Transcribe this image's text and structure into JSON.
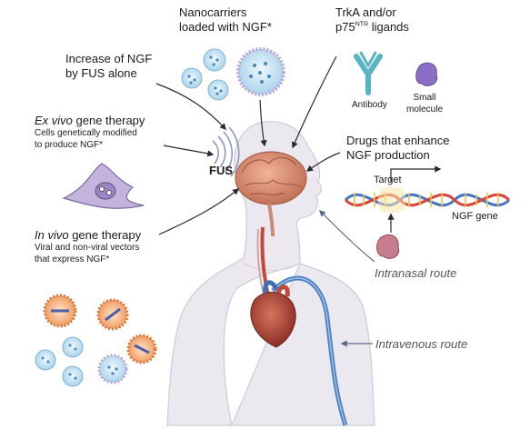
{
  "labels": {
    "nanocarriers": [
      "Nanocarriers",
      "loaded with NGF*"
    ],
    "trk_ligands": {
      "line1": "TrkA and/or",
      "line2_pre": "p75",
      "line2_sup": "NTR",
      "line2_post": " ligands"
    },
    "antibody": "Antibody",
    "small_molecule": [
      "Small",
      "molecule"
    ],
    "fus_alone": [
      "Increase of NGF",
      "by FUS alone"
    ],
    "ex_vivo_title_italic": "Ex vivo",
    "ex_vivo_title_rest": " gene therapy",
    "ex_vivo_desc": [
      "Cells genetically modified",
      "to produce NGF*"
    ],
    "fus": "FUS",
    "drugs": [
      "Drugs that enhance",
      "NGF production"
    ],
    "target": "Target",
    "ngf_gene": "NGF gene",
    "in_vivo_title_italic": "In vivo",
    "in_vivo_title_rest": "  gene therapy",
    "in_vivo_desc": [
      "Viral and non-viral vectors",
      "that express NGF*"
    ],
    "intranasal": "Intranasal route",
    "intravenous": "Intravenous route"
  },
  "colors": {
    "skin": "#e9e6ee",
    "skin_outline": "#c9c4d2",
    "brain": "#d9967a",
    "heart": "#b34a3c",
    "vein": "#4a7fc1",
    "antibody": "#57b4c4",
    "small_molecule": "#8a6fc4",
    "dna_blue": "#3f74c9",
    "dna_red": "#d8443c",
    "protein": "#c77d8e",
    "vesicle": "#cfe7f3",
    "vector_orange": "#f2a25c"
  }
}
